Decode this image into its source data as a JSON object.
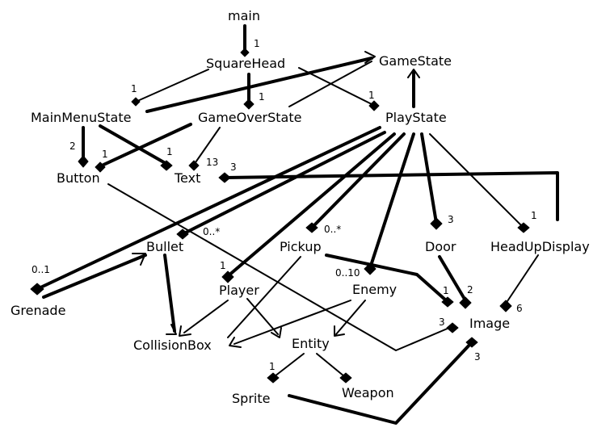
{
  "classes": {
    "main": "main",
    "squarehead": "SquareHead",
    "gamestate": "GameState",
    "mainmenustate": "MainMenuState",
    "gameoverstate": "GameOverState",
    "playstate": "PlayState",
    "button": "Button",
    "text": "Text",
    "bullet": "Bullet",
    "pickup": "Pickup",
    "door": "Door",
    "headupdisplay": "HeadUpDisplay",
    "grenade": "Grenade",
    "player": "Player",
    "enemy": "Enemy",
    "collisionbox": "CollisionBox",
    "entity": "Entity",
    "image": "Image",
    "sprite": "Sprite",
    "weapon": "Weapon"
  },
  "multiplicities": {
    "main_squarehead": "1",
    "squarehead_mainmenu": "1",
    "squarehead_gameover": "1",
    "squarehead_playstate": "1",
    "mainmenu_button": "2",
    "gameover_button": "1",
    "mainmenu_text": "1",
    "gameover_text": "13",
    "playstate_text": "3",
    "playstate_bullet": "0..*",
    "playstate_pickup": "0..*",
    "playstate_door": "3",
    "playstate_hud": "1",
    "playstate_grenade": "0..1",
    "playstate_player": "1",
    "playstate_enemy": "0..10",
    "pickup_image": "1",
    "door_image": "2",
    "hud_image": "6",
    "button_image": "3",
    "sprite_image": "3",
    "entity_sprite": "1"
  }
}
